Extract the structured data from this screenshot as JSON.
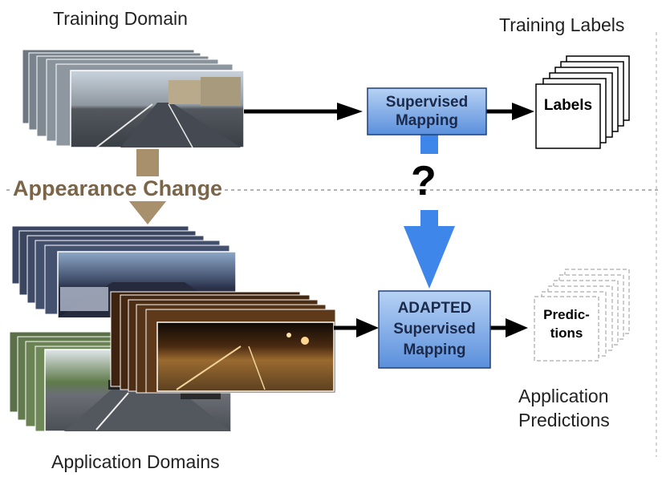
{
  "labels": {
    "training_domain": "Training Domain",
    "training_labels": "Training Labels",
    "appearance_change": "Appearance Change",
    "application_domains": "Application Domains",
    "application_predictions_line1": "Application",
    "application_predictions_line2": "Predictions"
  },
  "boxes": {
    "supervised_mapping_line1": "Supervised",
    "supervised_mapping_line2": "Mapping",
    "adapted_line1": "ADAPTED",
    "adapted_line2": "Supervised",
    "adapted_line3": "Mapping",
    "labels_card": "Labels",
    "predictions_line1": "Predic-",
    "predictions_line2": "tions"
  },
  "question_mark": "?",
  "colors": {
    "box_fill_top": "#a9c8f0",
    "box_fill_bottom": "#5f94df",
    "blue_arrow": "#3f86ea",
    "brown_arrow": "#a8906c",
    "appearance_text": "#7a6548",
    "dashed_line": "#999999"
  },
  "icons": {
    "road_images_day": "daytime-street-photo-stack",
    "road_images_dusk": "dusk-street-photo-stack",
    "road_images_night": "night-street-photo-stack",
    "road_images_green": "green-street-photo-stack"
  }
}
